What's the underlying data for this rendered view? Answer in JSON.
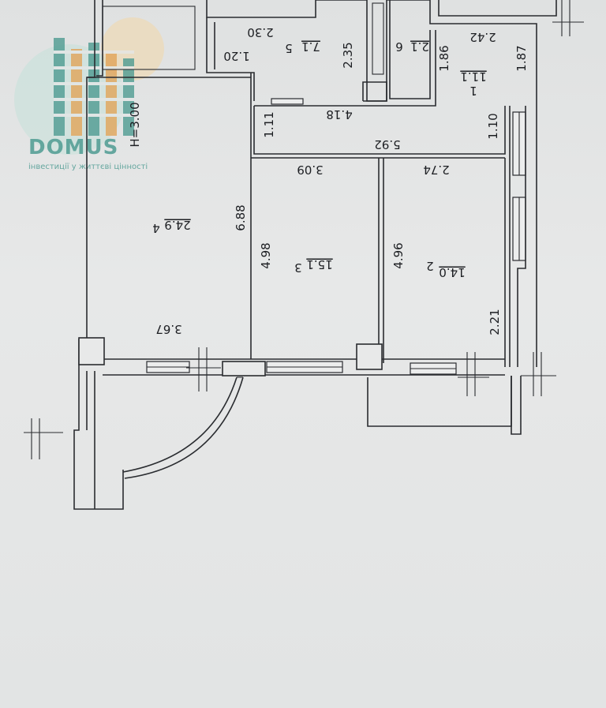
{
  "logo": {
    "name": "DOMUS",
    "tagline": "інвестиції у життєві цінності",
    "colors": {
      "teal": "#4f9c92",
      "orange": "#e2a55a"
    }
  },
  "plan": {
    "ceiling_height": "H=3.00",
    "rooms": [
      {
        "number": "1",
        "area": "11.1"
      },
      {
        "number": "2",
        "area": "14.0"
      },
      {
        "number": "3",
        "area": "15.1"
      },
      {
        "number": "4",
        "area": "24.9"
      },
      {
        "number": "5",
        "area": "7.1"
      },
      {
        "number": "6",
        "area": "2.1"
      }
    ],
    "dimensions": {
      "d230": "2.30",
      "d120": "1.20",
      "d235": "2.35",
      "d186": "1.86",
      "d242": "2.42",
      "d187": "1.87",
      "d111": "1.11",
      "d418": "4.18",
      "d110": "1.10",
      "d592": "5.92",
      "d309": "3.09",
      "d274": "2.74",
      "d688": "6.88",
      "d498": "4.98",
      "d496": "4.96",
      "d367": "3.67",
      "d221": "2.21"
    }
  }
}
